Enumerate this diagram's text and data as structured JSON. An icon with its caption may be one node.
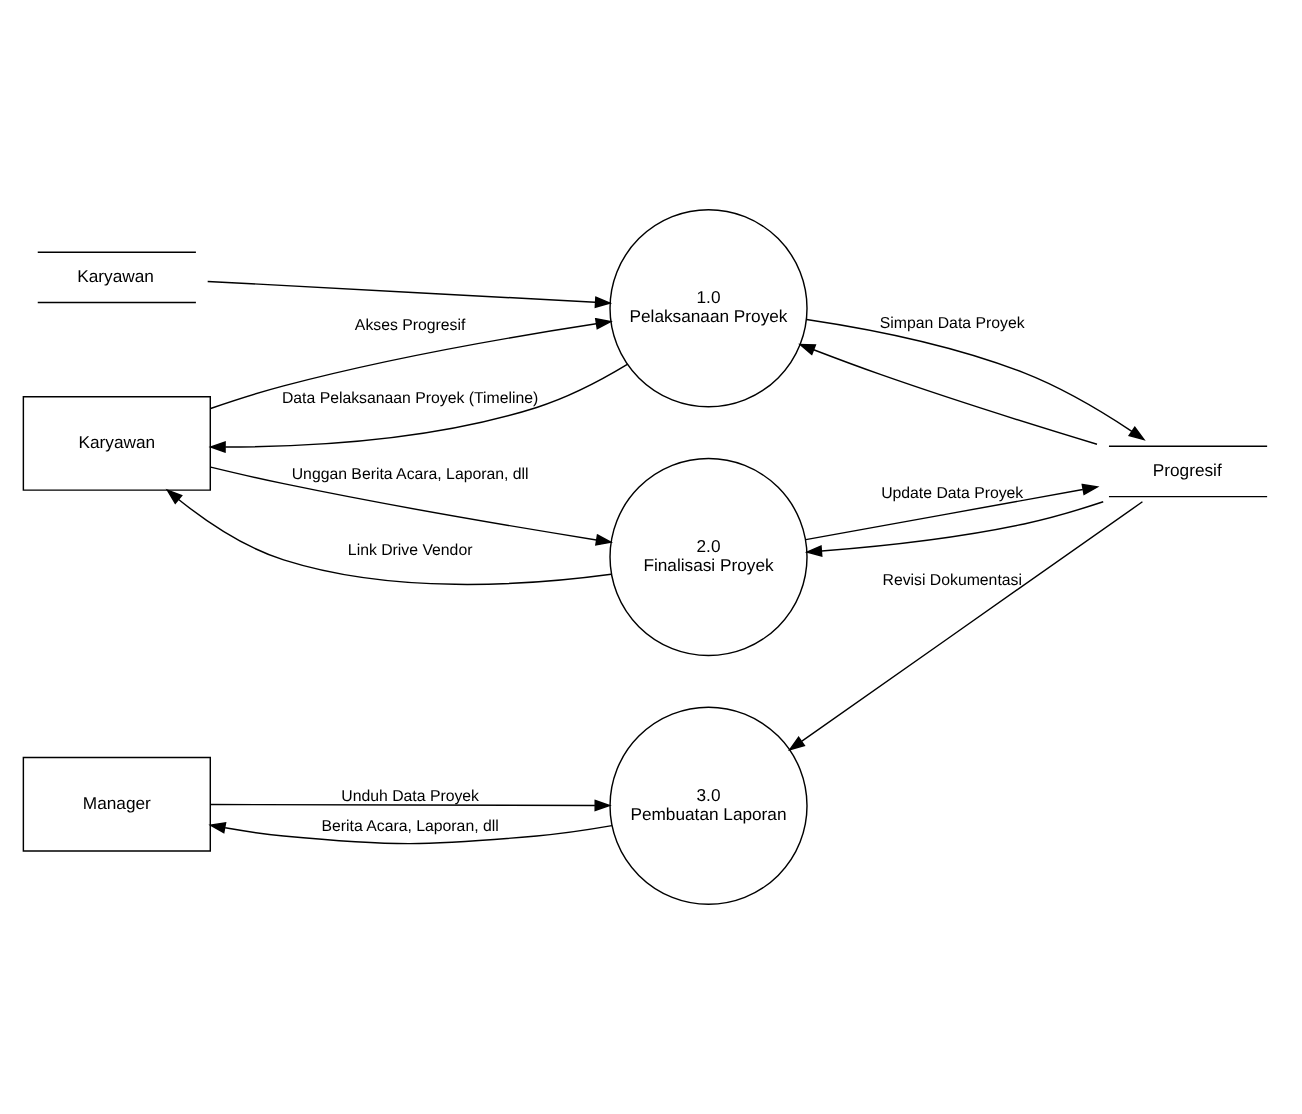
{
  "diagram": {
    "nodes": [
      {
        "text": [
          "Karyawan"
        ]
      },
      {
        "text": [
          "1.0",
          "Pelaksanaan Proyek"
        ]
      },
      {
        "text": [
          "Progresif"
        ]
      },
      {
        "text": [
          "2.0",
          "Finalisasi Proyek"
        ]
      },
      {
        "text": [
          "Karyawan"
        ]
      },
      {
        "text": [
          "3.0",
          "Pembuatan Laporan"
        ]
      },
      {
        "text": [
          "Manager"
        ]
      }
    ],
    "edges": [
      {
        "from": 0,
        "to": 1,
        "arrow": "to"
      },
      {
        "from": 1,
        "to": 2,
        "arrow": "to",
        "label": "Simpan Data Proyek"
      },
      {
        "from": 2,
        "to": 1,
        "arrow": "to"
      },
      {
        "from": 1,
        "to": 4,
        "arrow": "to",
        "label": "Data Pelaksanaan Proyek (Timeline)"
      },
      {
        "from": 4,
        "to": 1,
        "arrow": "to",
        "label": "Akses Progresif"
      },
      {
        "from": 4,
        "to": 3,
        "arrow": "to",
        "label": "Unggan Berita Acara, Laporan, dll"
      },
      {
        "from": 2,
        "to": 3,
        "arrow": "to"
      },
      {
        "from": 3,
        "to": 2,
        "arrow": "to",
        "label": "Update Data Proyek"
      },
      {
        "from": 3,
        "to": 4,
        "arrow": "to",
        "label": "Link Drive Vendor"
      },
      {
        "from": 2,
        "to": 5,
        "arrow": "to",
        "label": "Revisi Dokumentasi"
      },
      {
        "from": 6,
        "to": 5,
        "arrow": "to",
        "label": "Unduh Data Proyek"
      },
      {
        "from": 5,
        "to": 6,
        "arrow": "to",
        "label": "Berita Acara, Laporan, dll"
      }
    ]
  }
}
